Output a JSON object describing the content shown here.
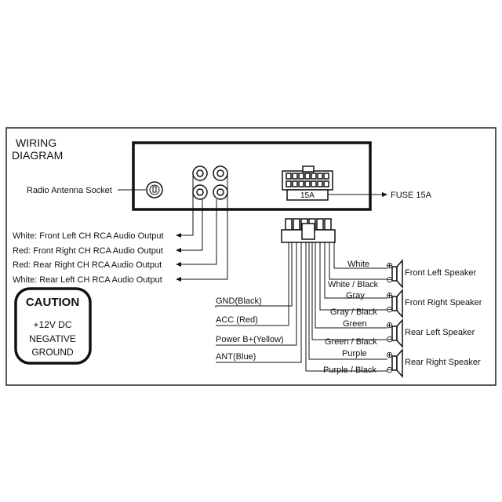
{
  "title": {
    "line1": "WIRING",
    "line2": "DIAGRAM"
  },
  "antenna_label": "Radio Antenna Socket",
  "fuse": {
    "rating": "15A",
    "label": "FUSE 15A"
  },
  "rca_outputs": [
    "White: Front Left CH RCA Audio Output",
    "Red: Front Right CH RCA Audio Output",
    "Red: Rear Right CH RCA Audio Output",
    "White: Rear Left CH RCA Audio Output"
  ],
  "caution": {
    "heading": "CAUTION",
    "line1": "+12V DC",
    "line2": "NEGATIVE",
    "line3": "GROUND"
  },
  "power_wires": [
    "GND(Black)",
    "ACC (Red)",
    "Power B+(Yellow)",
    "ANT(Blue)"
  ],
  "speaker_wires": [
    {
      "positive": "White",
      "negative": "White / Black",
      "speaker": "Front Left Speaker"
    },
    {
      "positive": "Gray",
      "negative": "Gray / Black",
      "speaker": "Front Right Speaker"
    },
    {
      "positive": "Green",
      "negative": "Green / Black",
      "speaker": "Rear Left Speaker"
    },
    {
      "positive": "Purple",
      "negative": "Purple / Black",
      "speaker": "Rear Right Speaker"
    }
  ],
  "symbols": {
    "plus": "⊕",
    "minus": "⊖"
  }
}
